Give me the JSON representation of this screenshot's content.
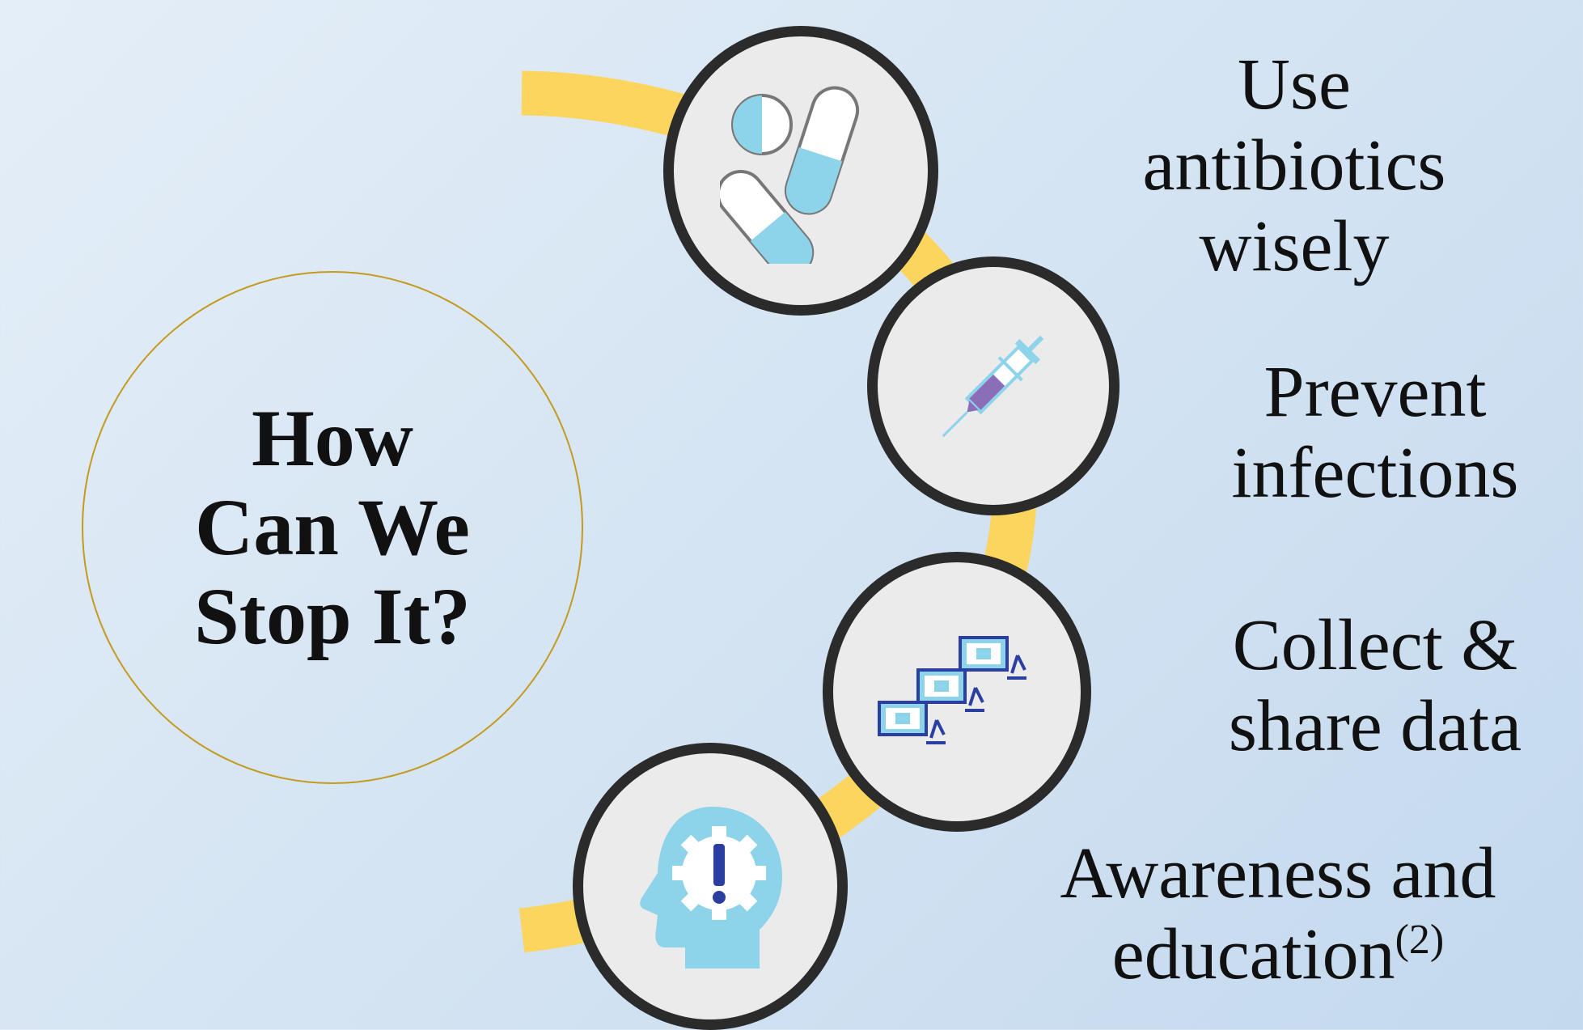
{
  "title": {
    "line1": "How",
    "line2": "Can We",
    "line3": "Stop It?"
  },
  "steps": [
    {
      "icon": "pills-icon",
      "lines": [
        "Use",
        "antibiotics",
        "wisely"
      ]
    },
    {
      "icon": "syringe-icon",
      "lines": [
        "Prevent",
        "infections"
      ]
    },
    {
      "icon": "microscope-network-icon",
      "lines": [
        "Collect &",
        "share data"
      ]
    },
    {
      "icon": "head-alert-icon",
      "lines": [
        "Awareness and",
        "education"
      ],
      "citation": "(2)"
    }
  ],
  "colors": {
    "connector": "#fcd55e",
    "icon_accent": "#8dd3ea",
    "syringe": "#8a6fb8",
    "title_circle": "#c49a1f"
  }
}
